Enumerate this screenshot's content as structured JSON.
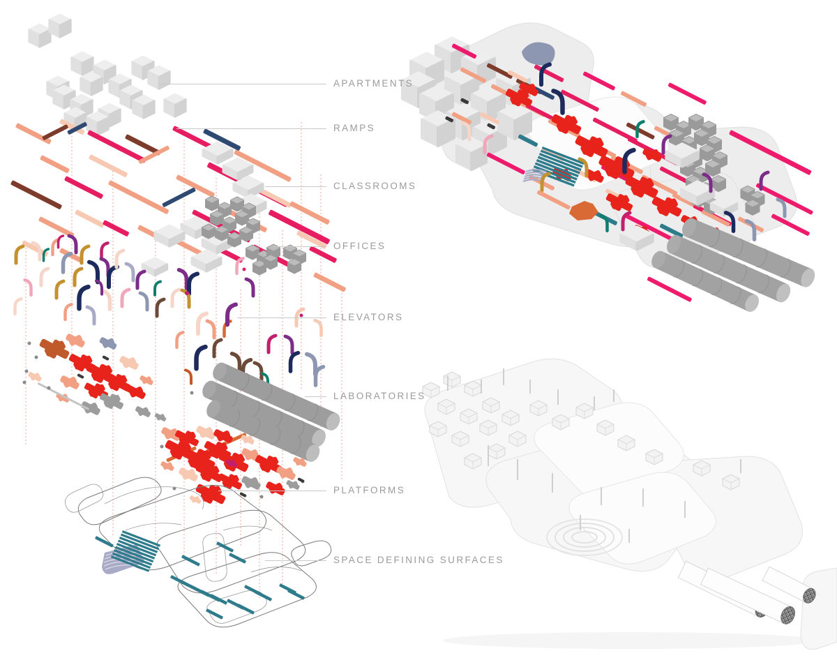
{
  "legend": {
    "items": [
      {
        "id": "apartments",
        "label": "APARTMENTS"
      },
      {
        "id": "ramps",
        "label": "RAMPS"
      },
      {
        "id": "classrooms",
        "label": "CLASSROOMS"
      },
      {
        "id": "offices",
        "label": "OFFICES"
      },
      {
        "id": "elevators",
        "label": "ELEVATORS"
      },
      {
        "id": "laboratories",
        "label": "LABORATORIES"
      },
      {
        "id": "platforms",
        "label": "PLATFORMS"
      },
      {
        "id": "space_defining_surfaces",
        "label": "SPACE DEFINING SURFACES"
      }
    ]
  },
  "palette": {
    "label_text": "#9b9b9b",
    "leader_line": "#c9c9c9",
    "projection_dash": "#f2a49a",
    "model_gray_light": "#ededed",
    "model_gray_mid": "#d2d2d2",
    "model_gray_dark": "#9a9a9a",
    "ramp_salmon": "#f2a083",
    "ramp_salmon_light": "#f7c8b2",
    "ramp_crimson": "#e71d62",
    "ramp_magenta": "#ee1a6c",
    "ramp_brown": "#7d3b2c",
    "ramp_navy": "#2e4a73",
    "platform_red": "#e8231c",
    "platform_rust": "#c05a2a",
    "platform_orange": "#d96a35",
    "elevator_navy": "#1d2a5c",
    "elevator_purple": "#7b2d88",
    "elevator_gold": "#c3922e",
    "elevator_blush": "#f5d6c8",
    "elevator_pink": "#f2a6bb",
    "elevator_teal": "#0f7f6d",
    "elevator_magenta": "#c21f6e",
    "elevator_slate": "#8e97b2",
    "surface_teal": "#2e7b8c",
    "surface_lavender": "#a9aac6",
    "wireframe_gray": "#7a7a7a"
  }
}
